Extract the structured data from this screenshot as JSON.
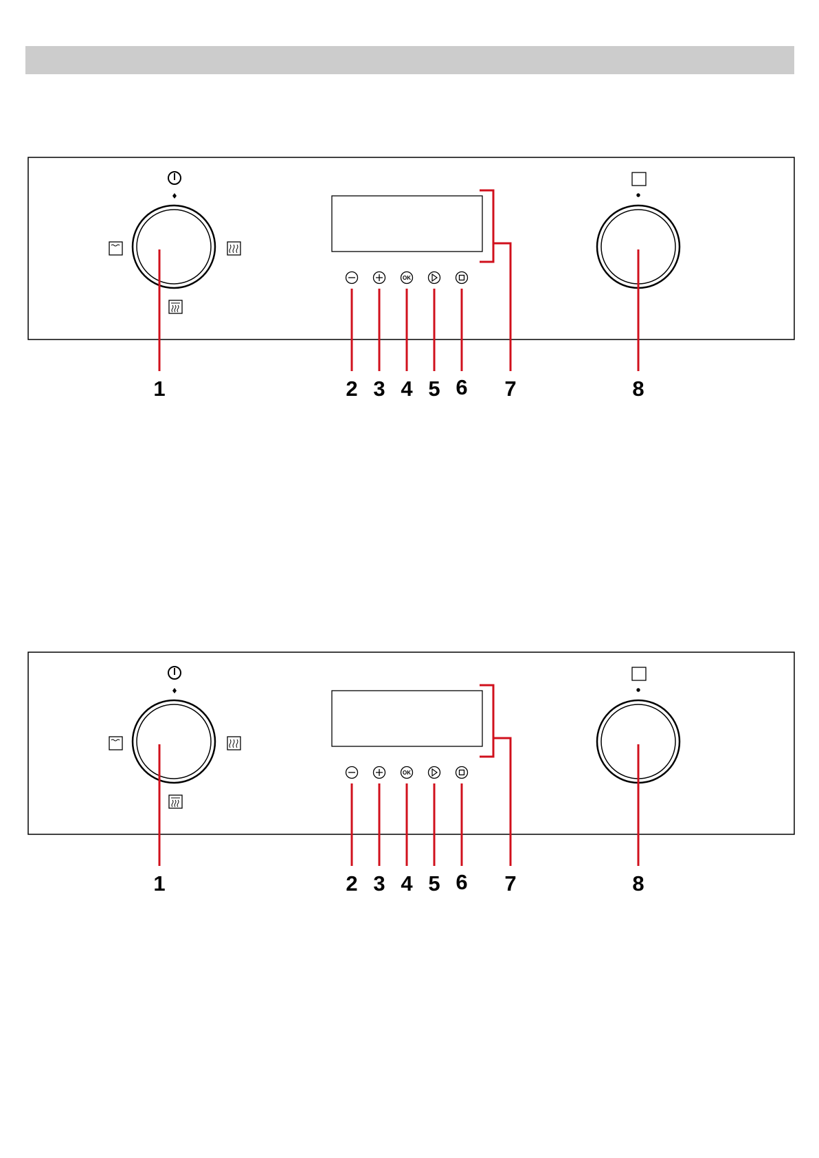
{
  "header": {
    "title": ""
  },
  "diagrams": [
    {
      "id": "top",
      "ok_label": "OK",
      "callouts": [
        "1",
        "2",
        "3",
        "4",
        "5",
        "6",
        "7",
        "8"
      ]
    },
    {
      "id": "bottom",
      "ok_label": "OK",
      "callouts": [
        "1",
        "2",
        "3",
        "4",
        "5",
        "6",
        "7",
        "8"
      ]
    }
  ],
  "colors": {
    "leader_line": "#d0101c",
    "outline": "#000000",
    "header_bar": "#cccccc"
  },
  "icons": {
    "left_knob_top": "power-icon",
    "left_knob_left": "conventional-heat-icon",
    "left_knob_right": "grill-icon",
    "left_knob_bottom": "fan-grill-icon",
    "right_knob_top": "square-indicator-icon",
    "buttons": [
      "minus-icon",
      "plus-icon",
      "ok-icon",
      "play-icon",
      "stop-icon"
    ]
  }
}
